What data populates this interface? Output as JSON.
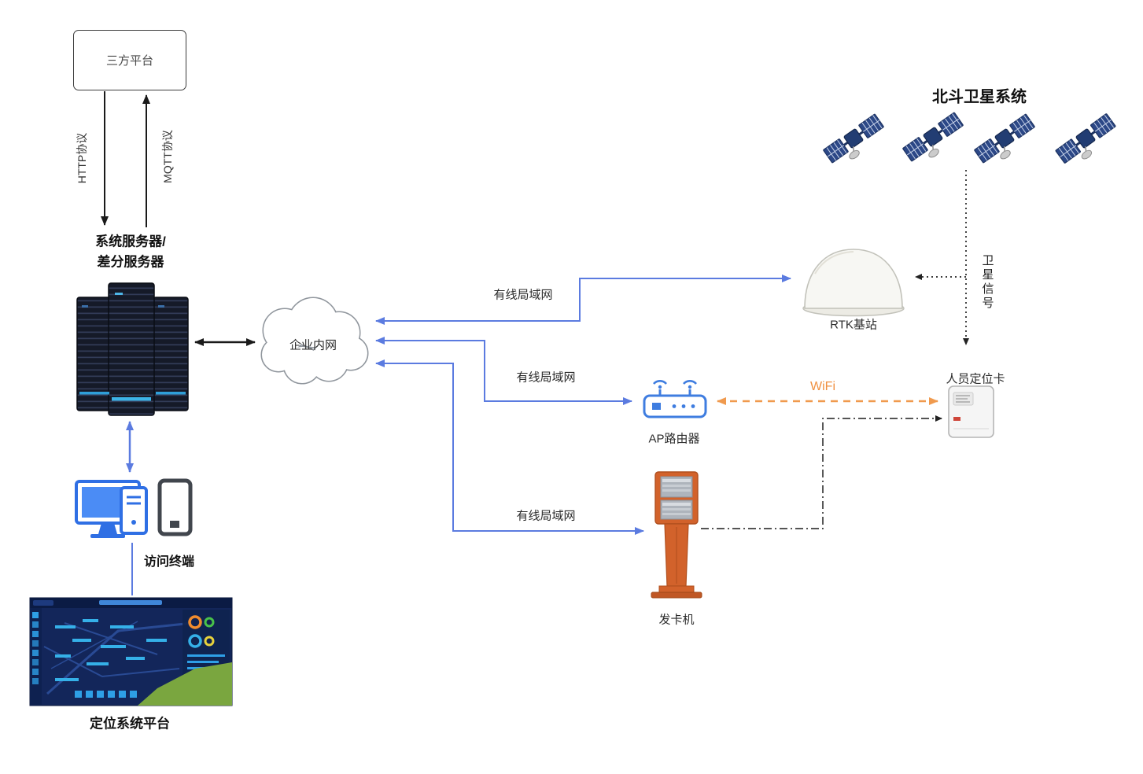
{
  "diagram": {
    "nodes": {
      "third_party": {
        "label": "三方平台"
      },
      "server": {
        "line1": "系统服务器/",
        "line2": "差分服务器"
      },
      "cloud": {
        "label": "企业内网"
      },
      "beidou": {
        "title": "北斗卫星系统"
      },
      "rtk": {
        "label": "RTK基站"
      },
      "signal": {
        "label": "卫星信号"
      },
      "card": {
        "label": "人员定位卡"
      },
      "ap": {
        "label": "AP路由器"
      },
      "kiosk": {
        "label": "发卡机"
      },
      "terminal": {
        "label": "访问终端"
      },
      "platform": {
        "label": "定位系统平台"
      }
    },
    "edges": {
      "http": {
        "label": "HTTP协议"
      },
      "mqtt": {
        "label": "MQTT协议"
      },
      "lan_rtk": {
        "label": "有线局域网"
      },
      "lan_ap": {
        "label": "有线局域网"
      },
      "lan_kiosk": {
        "label": "有线局域网"
      },
      "wifi": {
        "label": "WiFi"
      }
    },
    "colors": {
      "lan_blue": "#5b7be0",
      "wifi_orange": "#f09a4e",
      "arrow_black": "#1a1a1a",
      "kiosk_orange": "#d2622b",
      "router_blue": "#3f7de0",
      "terminal_blue": "#2f6fe4"
    }
  }
}
